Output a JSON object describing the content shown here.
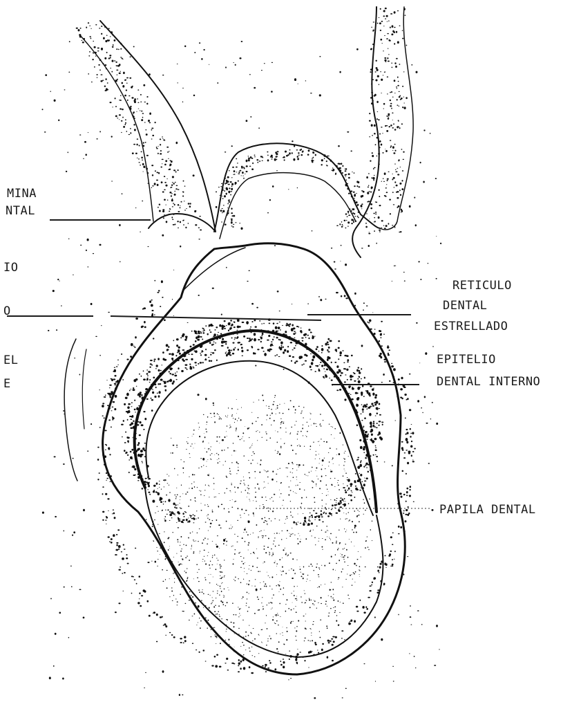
{
  "labels": {
    "lamina_line1": "MINA",
    "lamina_line2": "NTAL",
    "left_mid_1": "IO",
    "left_mid_2": "O",
    "left_low_1": "EL",
    "left_low_2": "E",
    "reticulo_line1": "RETICULO",
    "reticulo_line2": "DENTAL",
    "reticulo_line3": "ESTRELLADO",
    "epitelio_line1": "EPITELIO",
    "epitelio_line2": "DENTAL INTERNO",
    "papila": "PAPILA DENTAL"
  },
  "colors": {
    "ink": "#111111",
    "paper": "#ffffff"
  }
}
